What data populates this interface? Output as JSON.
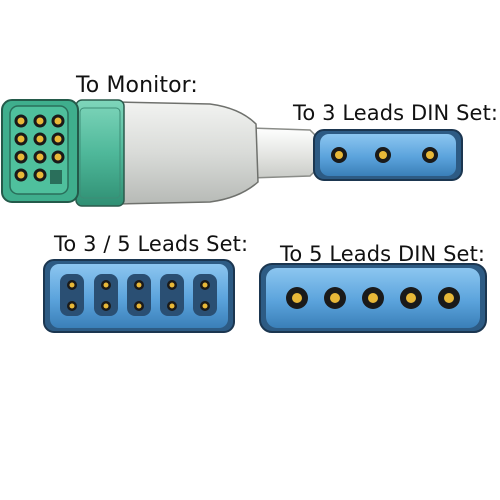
{
  "labels": {
    "to_monitor": "To Monitor:",
    "to_3_leads_din": "To 3 Leads DIN Set:",
    "to_3_5_leads": "To 3 / 5 Leads Set:",
    "to_5_leads_din": "To 5 Leads DIN Set:"
  },
  "colors": {
    "connector_green": "#4fb89a",
    "connector_blue": "#5ba3dc",
    "cable_gray": "#d9dbd8",
    "pin_black": "#1a1a1a",
    "pin_gold": "#e8b838"
  },
  "connectors": {
    "monitor_pin_count": 11,
    "din3_pin_count": 3,
    "leads35_pin_rows": 2,
    "leads35_pin_columns": 5,
    "din5_pin_count": 5
  }
}
